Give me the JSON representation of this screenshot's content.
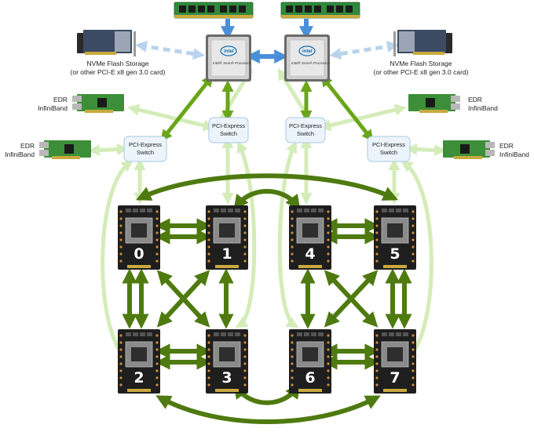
{
  "colors": {
    "nvlink": "#4e7a0f",
    "pcie_cpu": "#6aa51a",
    "pcie_light": "#d4ecb8",
    "qpi": "#4a90d9",
    "nvme_link": "#b9d3ec",
    "switch_fill": "#ecf4fb",
    "switch_stroke": "#a9c7e2"
  },
  "icons": {
    "memory": "dimm-module-icon",
    "cpu": "intel-xeon-cpu-icon",
    "gpu": "gpu-module-icon",
    "nvme": "nvme-card-icon",
    "nic": "infiniband-card-icon"
  },
  "cpus": [
    {
      "brand": "intel",
      "label": "Intel® Xeon® Processor"
    },
    {
      "brand": "intel",
      "label": "Intel® Xeon® Processor"
    }
  ],
  "switches": [
    {
      "line1": "PCI-Express",
      "line2": "Switch"
    },
    {
      "line1": "PCI-Express",
      "line2": "Switch"
    },
    {
      "line1": "PCI-Express",
      "line2": "Switch"
    },
    {
      "line1": "PCI-Express",
      "line2": "Switch"
    }
  ],
  "storage": [
    {
      "line1": "NVMe Flash Storage",
      "line2": "(or other PCI-E x8 gen 3.0 card)"
    },
    {
      "line1": "NVMe Flash Storage",
      "line2": "(or other PCI-E x8 gen 3.0 card)"
    }
  ],
  "infiniband": [
    {
      "line1": "EDR",
      "line2": "InfiniBand"
    },
    {
      "line1": "EDR",
      "line2": "InfiniBand"
    },
    {
      "line1": "EDR",
      "line2": "InfiniBand"
    },
    {
      "line1": "EDR",
      "line2": "InfiniBand"
    }
  ],
  "gpus": [
    "0",
    "1",
    "4",
    "5",
    "2",
    "3",
    "6",
    "7"
  ]
}
